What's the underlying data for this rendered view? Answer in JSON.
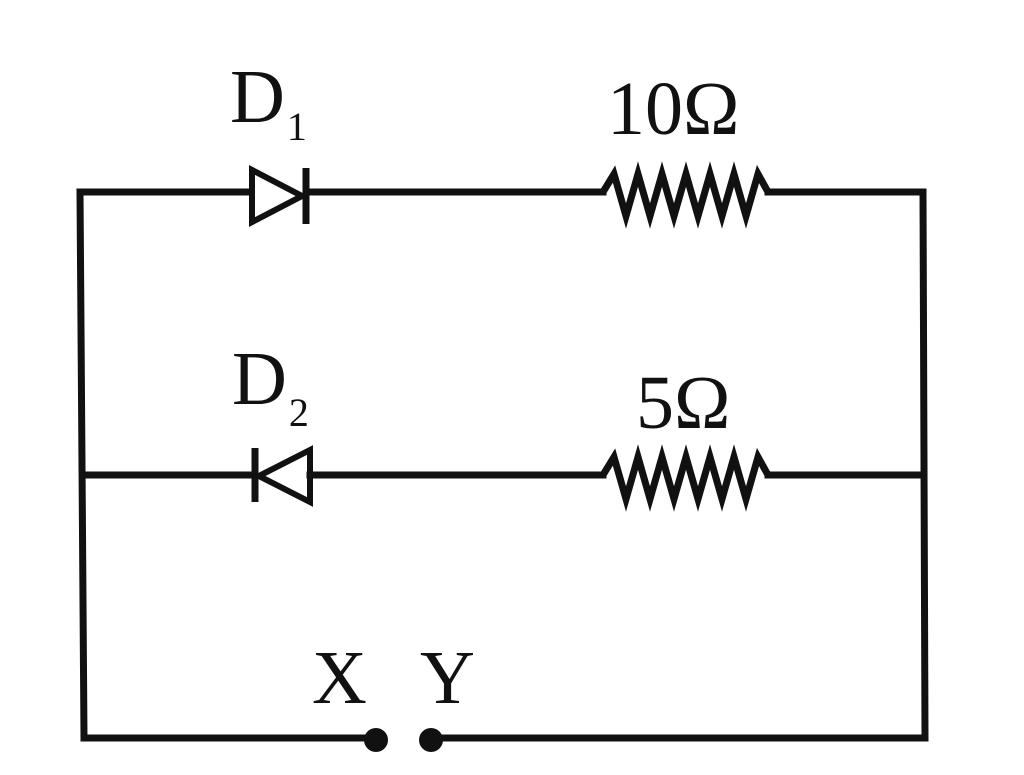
{
  "diode_top": {
    "letter": "D",
    "subscript": "1"
  },
  "diode_bottom": {
    "letter": "D",
    "subscript": "2"
  },
  "resistor_top": {
    "label": "10Ω"
  },
  "resistor_bottom": {
    "label": "5Ω"
  },
  "terminal_x": {
    "label": "X"
  },
  "terminal_y": {
    "label": "Y"
  },
  "colors": {
    "line": "#111111",
    "background": "#ffffff"
  }
}
